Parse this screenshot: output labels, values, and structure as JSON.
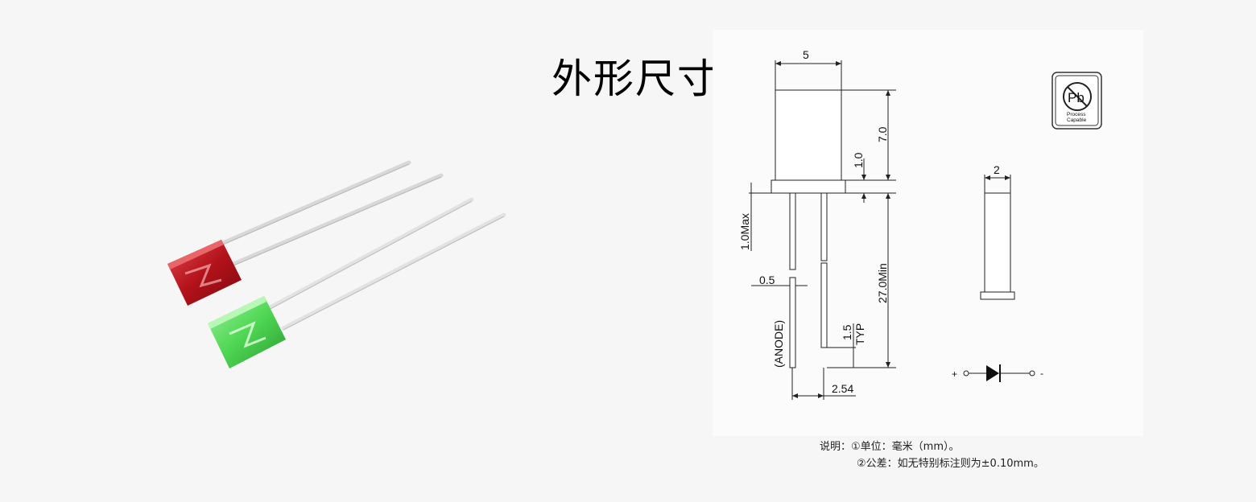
{
  "title": "外形尺寸",
  "dimensions": {
    "width_top": "5",
    "height_body": "7.0",
    "flange": "1.0",
    "flange_max": "1.0Max",
    "lead_length": "27.0Min",
    "lead_width": "0.5",
    "anode": "(ANODE)",
    "typ_value": "1.5",
    "typ_label": "TYP",
    "pitch": "2.54",
    "side_width": "2"
  },
  "pb_badge": {
    "symbol": "Pb",
    "line1": "Process",
    "line2": "Capable"
  },
  "schematic": {
    "plus": "+",
    "minus": "-"
  },
  "notes": {
    "line1": "说明：①单位：毫米（mm）。",
    "line2": "②公差：如无特别标注则为±0.10mm。"
  },
  "colors": {
    "red_led": "#c81a22",
    "green_led": "#55d85a",
    "line": "#222222"
  }
}
